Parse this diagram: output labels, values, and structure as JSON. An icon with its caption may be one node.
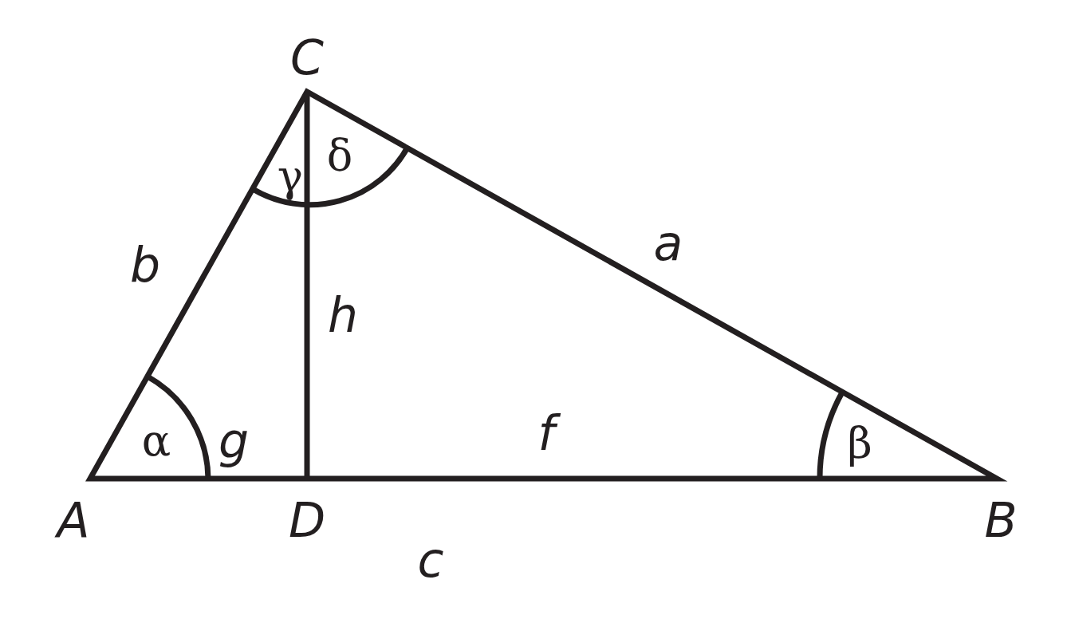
{
  "diagram": {
    "labels": [
      "C",
      "γ",
      "δ",
      "a",
      "b",
      "h",
      "α",
      "g",
      "f",
      "β",
      "A",
      "D",
      "B",
      "c"
    ]
  }
}
